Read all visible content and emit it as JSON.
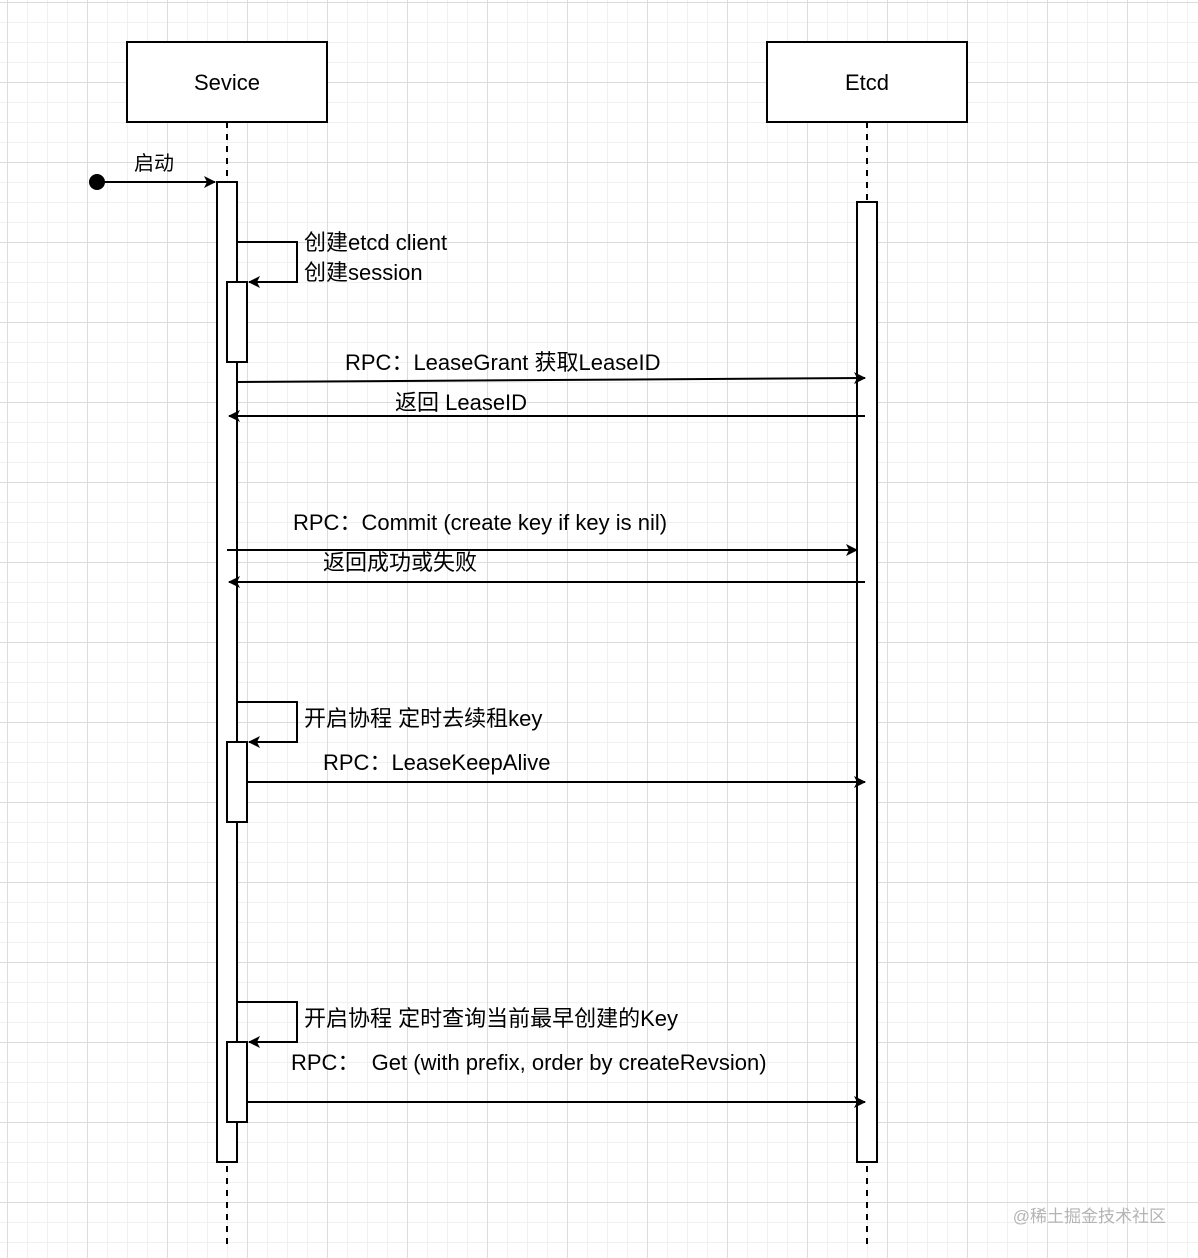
{
  "participants": {
    "service": "Sevice",
    "etcd": "Etcd"
  },
  "messages": {
    "start": "启动",
    "create_client": "创建etcd client",
    "create_session": "创建session",
    "lease_grant": "RPC：LeaseGrant 获取LeaseID",
    "return_lease_id": "返回 LeaseID",
    "commit": "RPC：Commit (create key if key is nil)",
    "return_result": "返回成功或失败",
    "keepalive_coroutine": "开启协程 定时去续租key",
    "lease_keepalive": "RPC：LeaseKeepAlive",
    "query_coroutine": "开启协程 定时查询当前最早创建的Key",
    "get_prefix": "RPC：  Get (with prefix, order by createRevsion)"
  },
  "watermark": "@稀土掘金技术社区"
}
